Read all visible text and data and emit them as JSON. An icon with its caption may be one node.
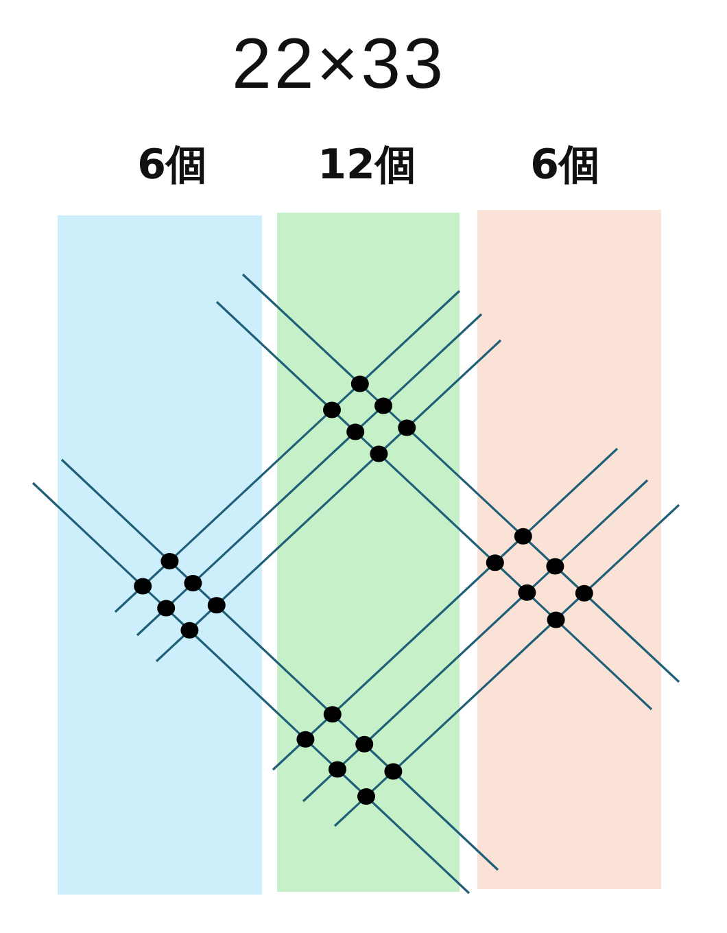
{
  "diagram": {
    "title": "22×33",
    "nodes": [
      {
        "text": [
          "6個"
        ]
      },
      {
        "text": [
          "12個"
        ]
      },
      {
        "text": [
          "6個"
        ]
      }
    ]
  }
}
